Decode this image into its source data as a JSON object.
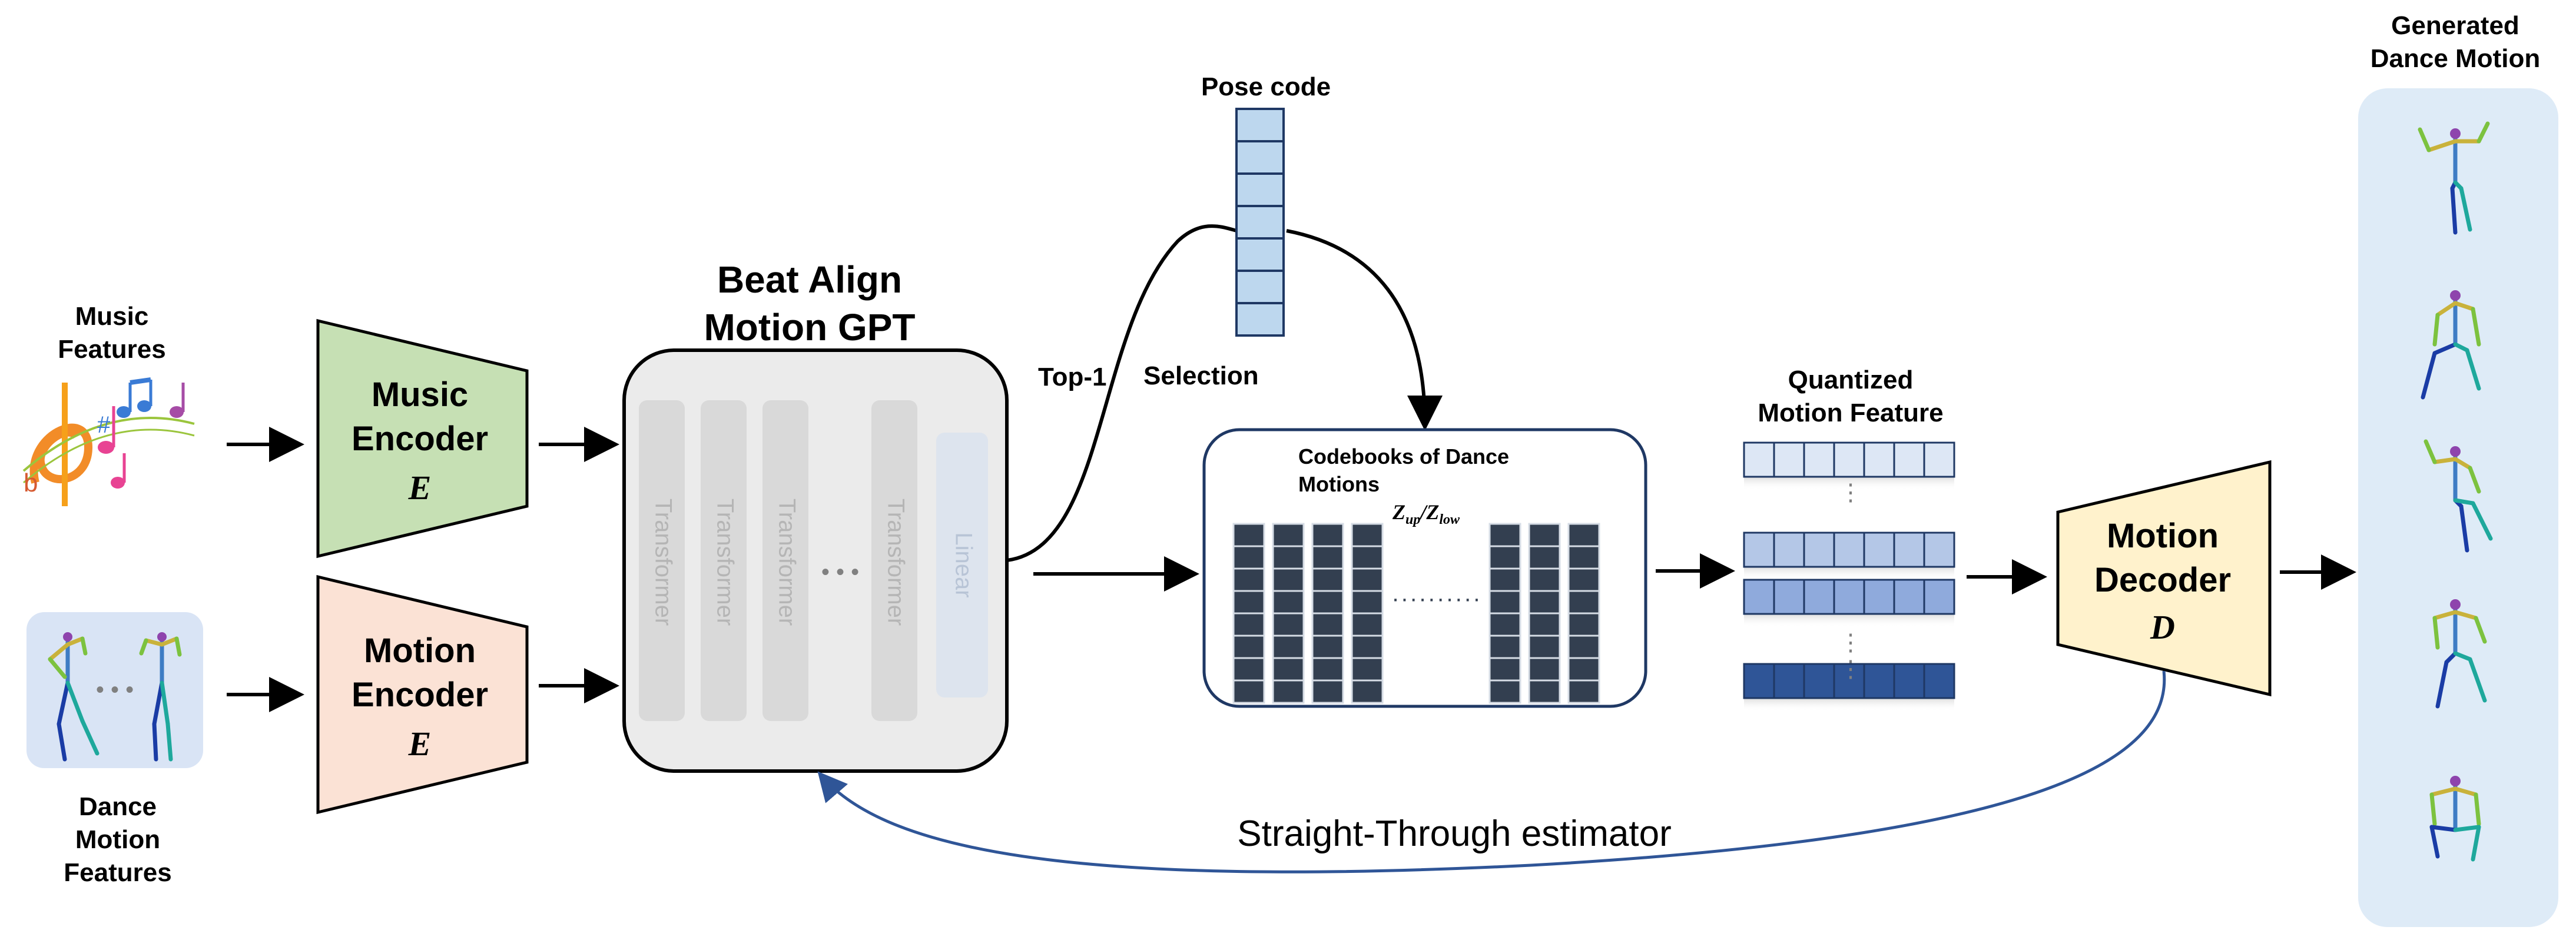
{
  "inputs": {
    "music_label_line1": "Music",
    "music_label_line2": "Features",
    "dance_label_line1": "Dance",
    "dance_label_line2": "Motion",
    "dance_label_line3": "Features"
  },
  "music_encoder": {
    "line1": "Music",
    "line2": "Encoder",
    "symbol": "E",
    "color": "#c6e0b4"
  },
  "motion_encoder": {
    "line1": "Motion",
    "line2": "Encoder",
    "symbol": "E",
    "color": "#fbe2d5"
  },
  "gpt": {
    "title_line1": "Beat Align",
    "title_line2": "Motion GPT",
    "layers": [
      "Transformer",
      "Transformer",
      "Transformer",
      "Transformer"
    ],
    "linear_label": "Linear",
    "ellipsis": "• • •"
  },
  "pose_code": {
    "title": "Pose code",
    "cells": 7,
    "color": "#bdd7ee"
  },
  "selection": {
    "top1_label": "Top-1",
    "selection_label": "Selection"
  },
  "codebooks": {
    "title_line1": "Codebooks of Dance",
    "title_line2": "Motions",
    "z_main_up": "Z",
    "z_sub_up": "up",
    "z_sep": "/",
    "z_main_low": "Z",
    "z_sub_low": "low",
    "color": "#333f50"
  },
  "quantized": {
    "title_line1": "Quantized",
    "title_line2": "Motion Feature"
  },
  "motion_decoder": {
    "line1": "Motion",
    "line2": "Decoder",
    "symbol": "D",
    "color": "#fff2cc"
  },
  "feedback": {
    "label": "Straight-Through estimator",
    "color": "#2f5597"
  },
  "output": {
    "title_line1": "Generated",
    "title_line2": "Dance Motion",
    "panel_color": "#deebf7",
    "pose_count": 5
  },
  "music_note_icons": [
    "treble-clef-icon",
    "music-notes-icon"
  ],
  "accent_colors": {
    "blue": "#2f5597",
    "dark_navy": "#1f3864"
  }
}
